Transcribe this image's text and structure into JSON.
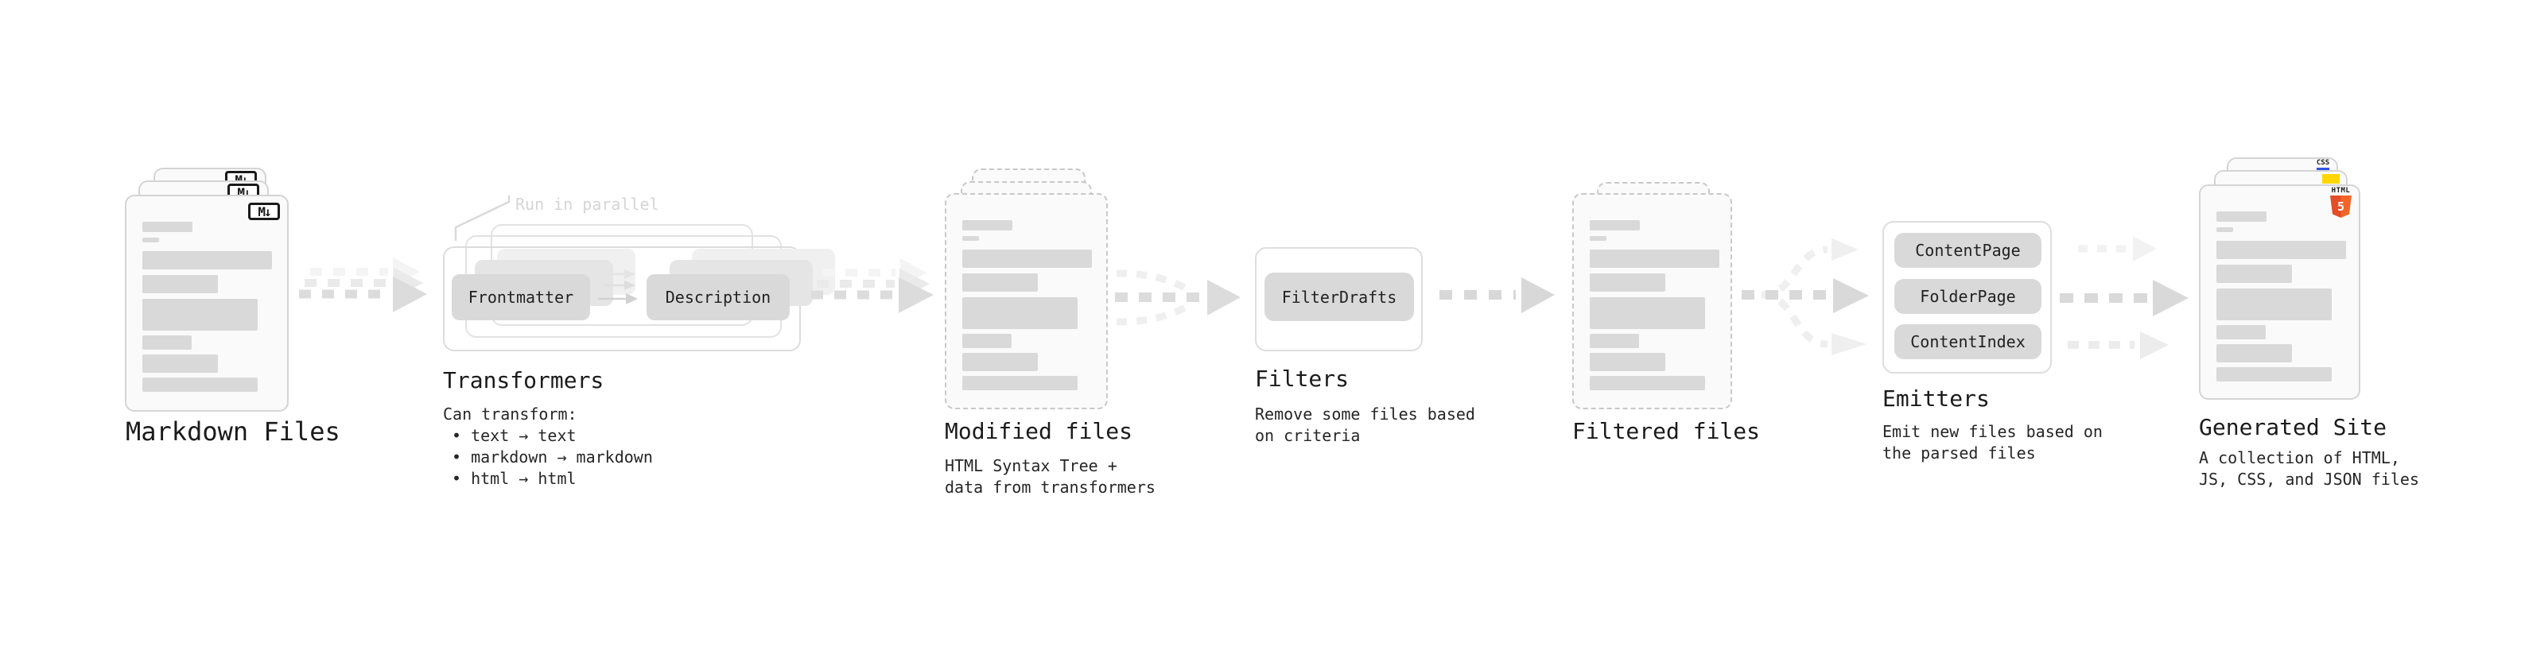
{
  "colors": {
    "background": "#ffffff",
    "card_border": "#d4d4d4",
    "dashed_border": "#c8c8c8",
    "placeholder_bar": "#d9d9d9",
    "chip_bg": "#d9d9d9",
    "arrow": "#dcdcdc",
    "annotation_gray": "#d5d5d5",
    "text": "#1f1f1f",
    "html5_orange": "#e44d26",
    "js_yellow": "#ffd600",
    "css_blue": "#2d53e5"
  },
  "stages": {
    "markdown_files": {
      "title": "Markdown Files",
      "file_badge": "M↓"
    },
    "transformers": {
      "title": "Transformers",
      "annotation": "Run in parallel",
      "chip_left": "Frontmatter",
      "chip_right": "Description",
      "description": "Can transform:",
      "bullets": [
        "• text → text",
        "• markdown → markdown",
        "• html → html"
      ]
    },
    "modified_files": {
      "title": "Modified files",
      "description": "HTML Syntax Tree + data from transformers"
    },
    "filters": {
      "title": "Filters",
      "chip": "FilterDrafts",
      "description": "Remove some files based on criteria"
    },
    "filtered_files": {
      "title": "Filtered files"
    },
    "emitters": {
      "title": "Emitters",
      "chips": [
        "ContentPage",
        "FolderPage",
        "ContentIndex"
      ],
      "description": "Emit new files based on the parsed files"
    },
    "generated_site": {
      "title": "Generated Site",
      "description": "A collection of HTML, JS, CSS, and JSON files",
      "badges": {
        "css_label": "CSS",
        "html_label": "HTML",
        "html_number": "5"
      }
    }
  }
}
